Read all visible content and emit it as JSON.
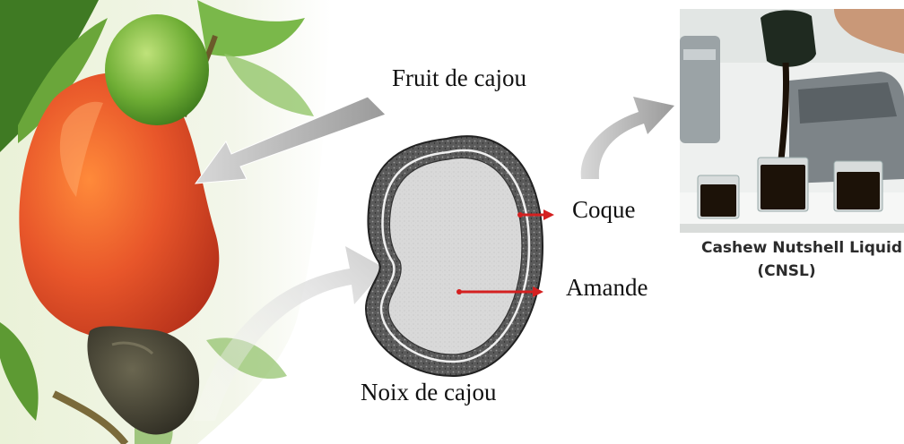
{
  "labels": {
    "fruit": "Fruit de cajou",
    "nut": "Noix de cajou",
    "shell": "Coque",
    "kernel": "Amande",
    "product_line1": "Cashew Nutshell Liquid",
    "product_line2": "(CNSL)"
  },
  "colors": {
    "apple": "#e8562a",
    "leaf": "#4f8a2b",
    "nut_shell": "#4a4a3a",
    "kernel": "#d6d6d6",
    "pointer": "#d42020",
    "cnsl": "#1c1208"
  }
}
